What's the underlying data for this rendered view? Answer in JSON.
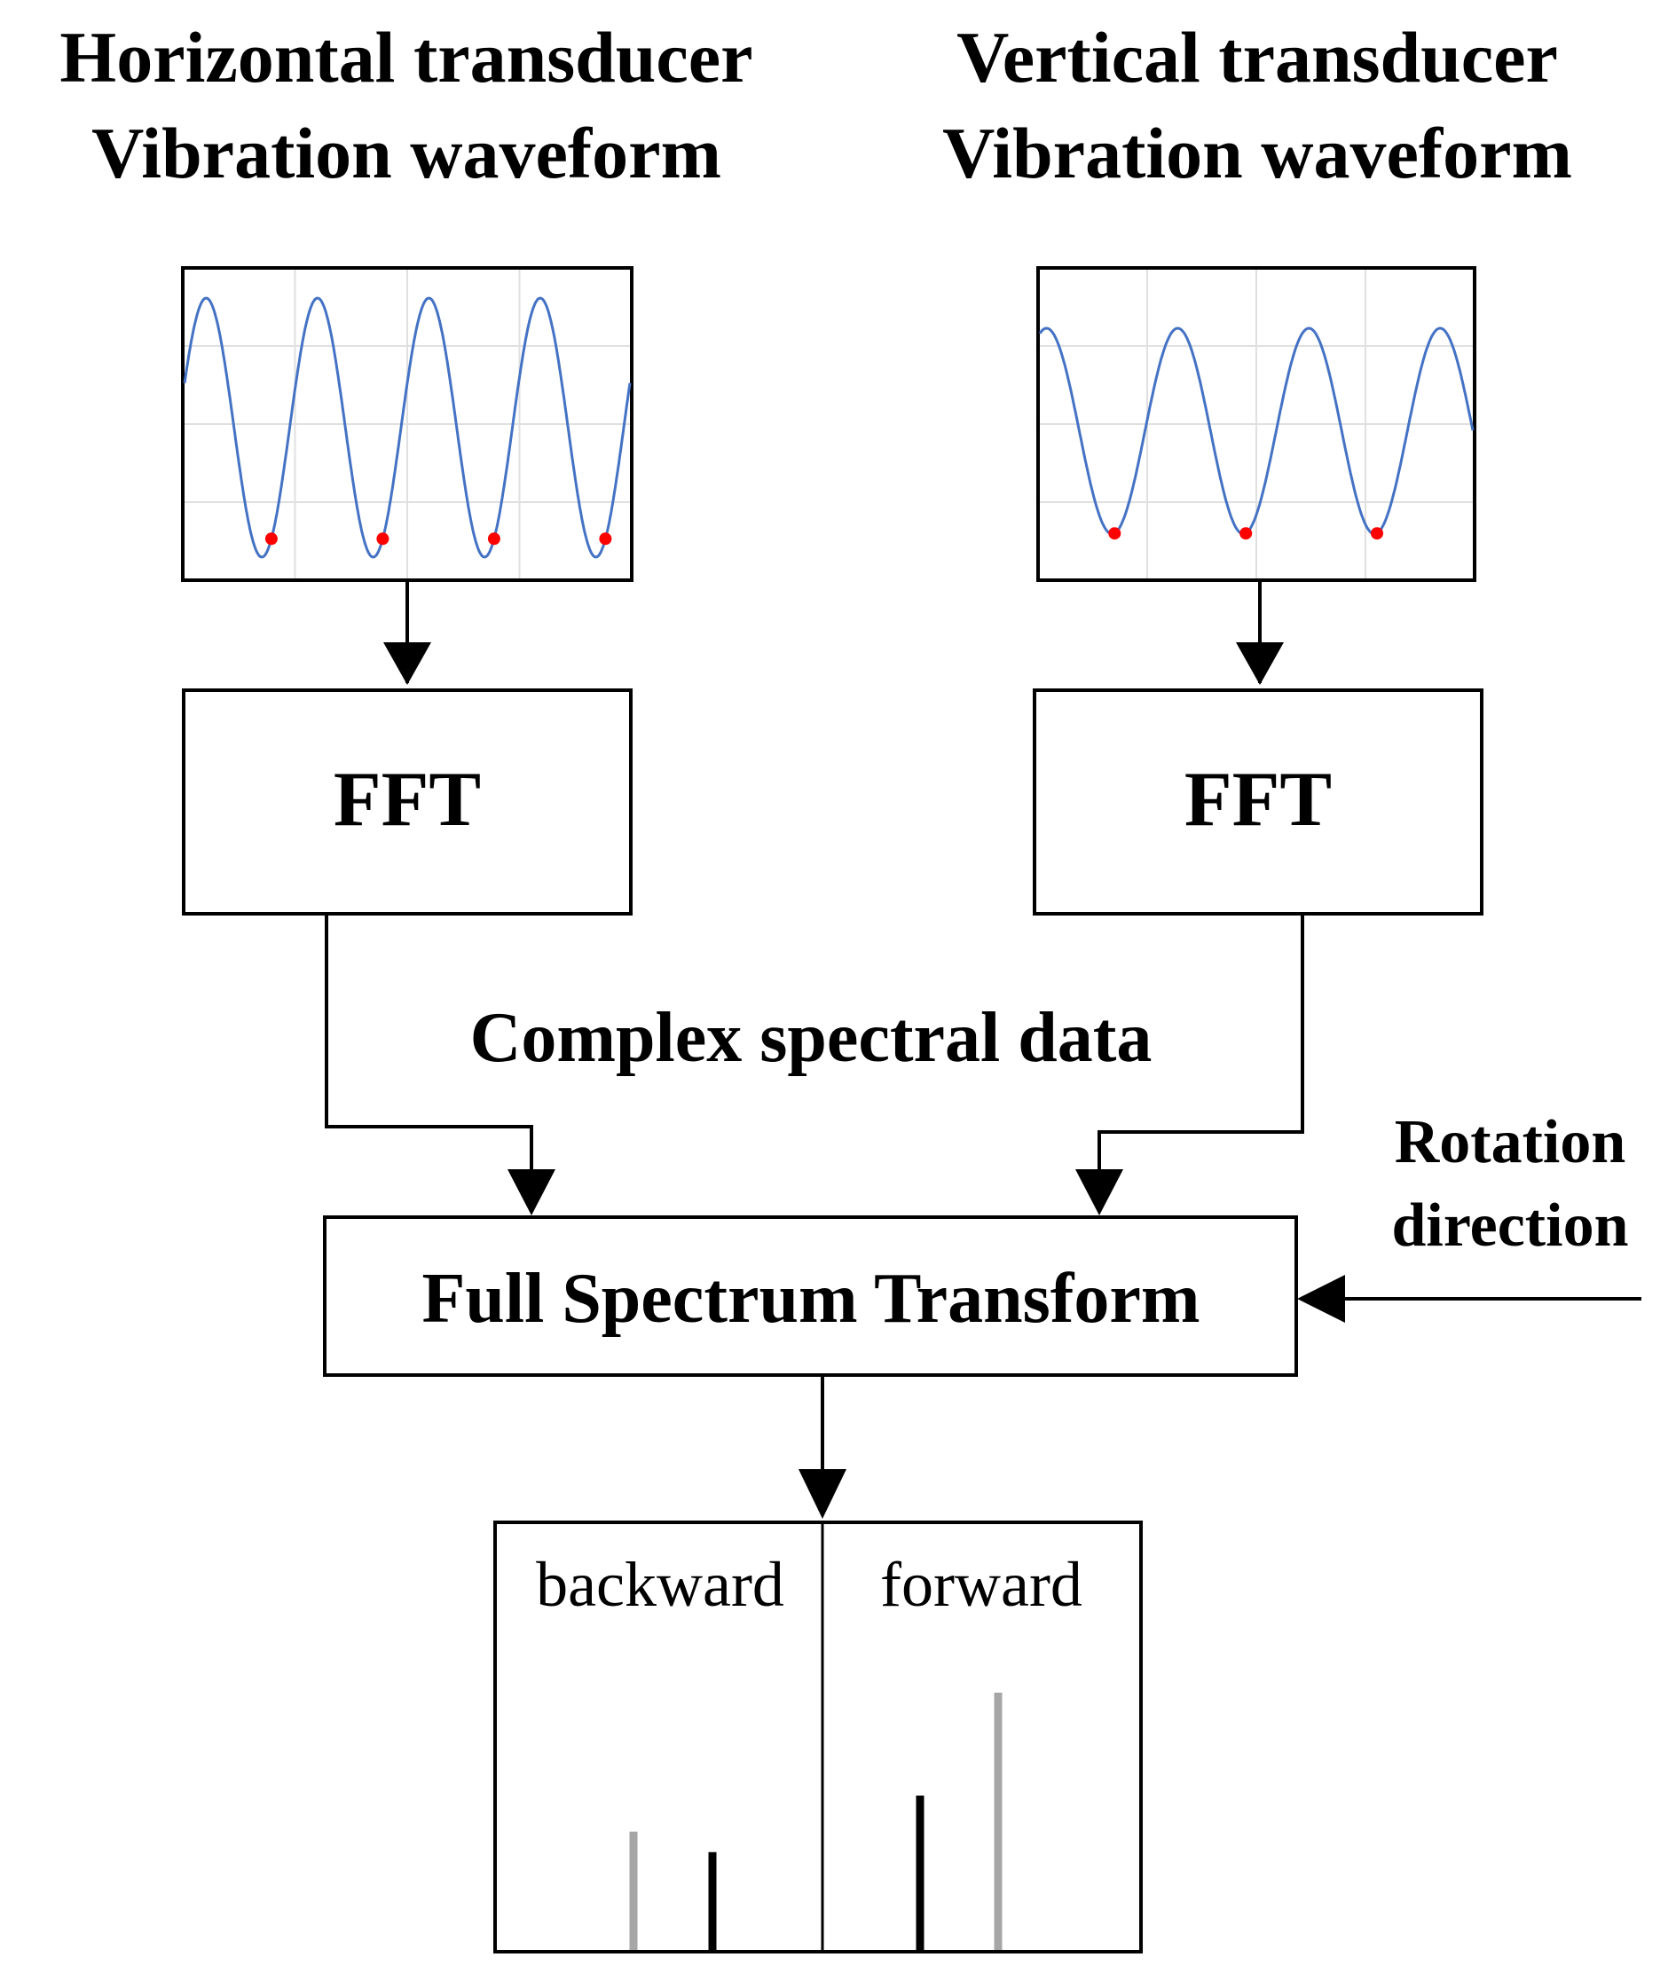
{
  "titles": {
    "horizontal_line1": "Horizontal transducer",
    "horizontal_line2": "Vibration waveform",
    "vertical_line1": "Vertical transducer",
    "vertical_line2": "Vibration waveform"
  },
  "boxes": {
    "fft_left": "FFT",
    "fft_right": "FFT",
    "full_spectrum": "Full Spectrum Transform"
  },
  "labels": {
    "complex_spectral": "Complex spectral data",
    "rotation_line1": "Rotation",
    "rotation_line2": "direction"
  },
  "spectrum": {
    "backward": "backward",
    "forward": "forward"
  },
  "waveforms": {
    "horizontal": {
      "cycles": 4,
      "sample_markers": 4
    },
    "vertical": {
      "cycles": 3.3,
      "sample_markers": 3
    }
  },
  "spectrum_lines": [
    {
      "side": "backward",
      "relative_height": 0.46,
      "color": "#a6a6a6"
    },
    {
      "side": "backward",
      "relative_height": 0.38,
      "color": "#000000"
    },
    {
      "side": "forward",
      "relative_height": 0.6,
      "color": "#000000"
    },
    {
      "side": "forward",
      "relative_height": 1.0,
      "color": "#a6a6a6"
    }
  ],
  "colors": {
    "wave": "#4472c4",
    "marker": "#ff0000",
    "grid": "#e0e0e0"
  }
}
